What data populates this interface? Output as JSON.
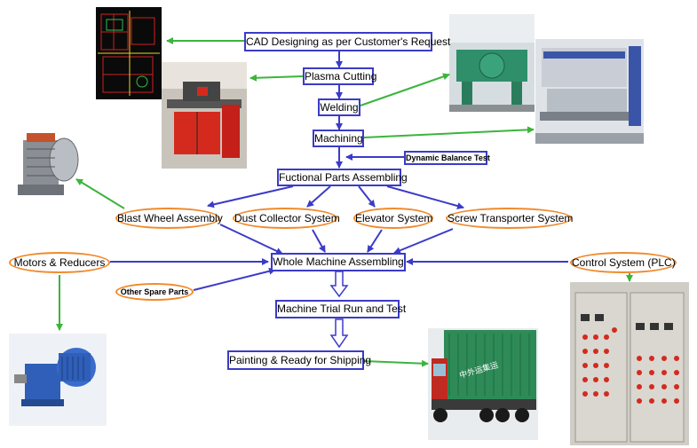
{
  "steps": {
    "cad": "CAD Designing as per Customer's Request",
    "plasma": "Plasma Cutting",
    "welding": "Welding",
    "machining": "Machining",
    "dynamic": "Dynamic Balance Test",
    "functional": "Fuctional Parts Assembling",
    "whole": "Whole Machine Assembling",
    "trial": "Machine Trial Run and Test",
    "painting": "Painting & Ready for Shipping"
  },
  "components": {
    "blast": "Blast Wheel Assembly",
    "dust": "Dust Collector System",
    "elevator": "Elevator System",
    "screw": "Screw Transporter System",
    "motors": "Motors & Reducers",
    "control": "Control System (PLC)",
    "spare": "Other Spare Parts"
  },
  "photo_labels": {
    "container_text": "中外运集运"
  },
  "colors": {
    "box_border": "#3b3bc8",
    "oval_border": "#f08a2c",
    "blue_arrow": "#3b3bc8",
    "green_arrow": "#3cb43c"
  }
}
